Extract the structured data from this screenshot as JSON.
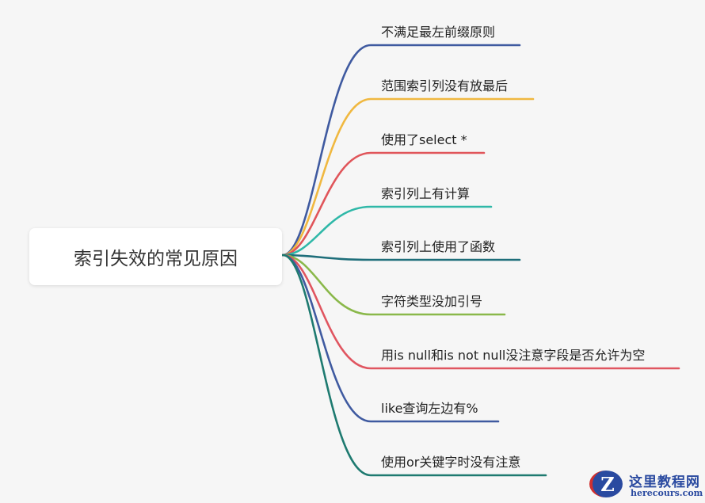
{
  "root": {
    "label": "索引失效的常见原因"
  },
  "branches": [
    {
      "label": "不满足最左前缀原则",
      "color": "#3f5aa0"
    },
    {
      "label": "范围索引列没有放最后",
      "color": "#f0b840"
    },
    {
      "label": "使用了select *",
      "color": "#e0555a"
    },
    {
      "label": "索引列上有计算",
      "color": "#2fb8a8"
    },
    {
      "label": "索引列上使用了函数",
      "color": "#1e6e7a"
    },
    {
      "label": "字符类型没加引号",
      "color": "#8ab84a"
    },
    {
      "label": "用is null和is not null没注意字段是否允许为空",
      "color": "#e05560"
    },
    {
      "label": "like查询左边有%",
      "color": "#3f5aa0"
    },
    {
      "label": "使用or关键字时没有注意",
      "color": "#1e7a70"
    }
  ],
  "watermark": {
    "logo_letter": "Z",
    "name": "这里教程网",
    "site": "herecours.com"
  }
}
